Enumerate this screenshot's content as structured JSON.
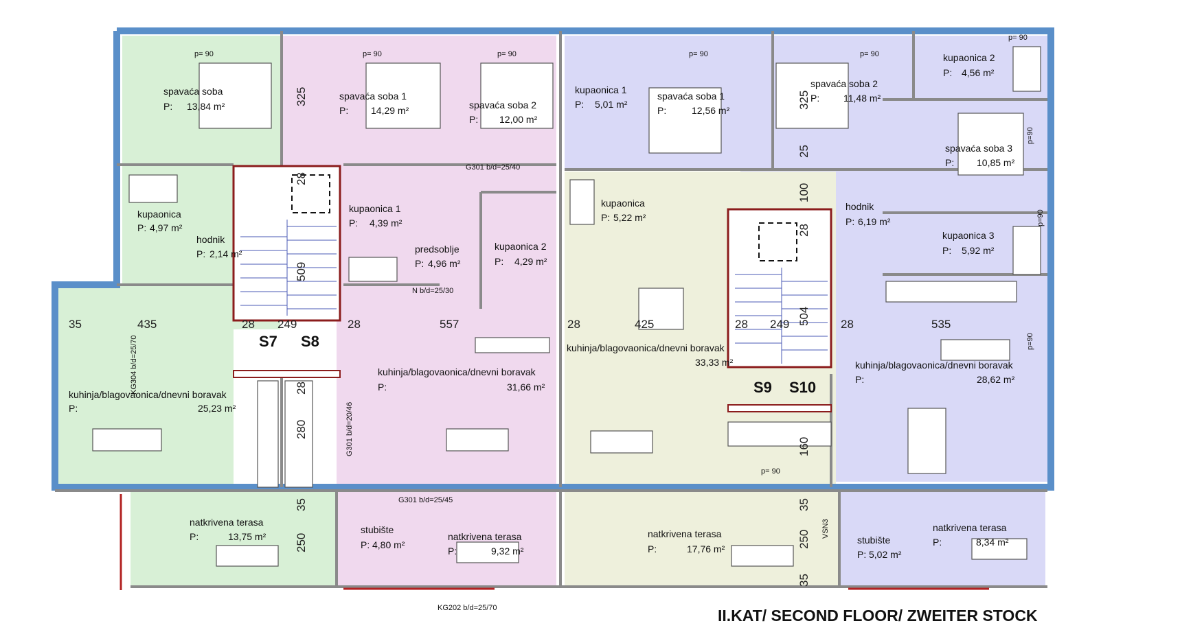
{
  "title": "II.KAT/ SECOND FLOOR/ ZWEITER STOCK",
  "colors": {
    "green": "#d8f0d6",
    "pink": "#f0d9ee",
    "lavender": "#d9d9f7",
    "yellow": "#eef0dc",
    "wall": "#5a8fc9",
    "stair_core": "#8b1c1c"
  },
  "unit_labels": [
    "S7",
    "S8",
    "S9",
    "S10"
  ],
  "rooms": [
    {
      "name": "spavaća soba",
      "area": "13,84 m²"
    },
    {
      "name": "kupaonica",
      "area": "4,97 m²"
    },
    {
      "name": "hodnik",
      "area": "2,14 m²"
    },
    {
      "name": "kuhinja/blagovaonica/dnevni boravak",
      "area": "25,23 m²"
    },
    {
      "name": "natkrivena terasa",
      "area": "13,75 m²"
    },
    {
      "name": "spavaća soba 1",
      "area": "14,29 m²"
    },
    {
      "name": "spavaća soba 2",
      "area": "12,00 m²"
    },
    {
      "name": "kupaonica 1",
      "area": "4,39 m²"
    },
    {
      "name": "predsoblje",
      "area": "4,96 m²"
    },
    {
      "name": "kupaonica 2",
      "area": "4,29 m²"
    },
    {
      "name": "kuhinja/blagovaonica/dnevni boravak",
      "area": "31,66 m²"
    },
    {
      "name": "stubište",
      "area": "4,80 m²"
    },
    {
      "name": "natkrivena terasa",
      "area": "9,32 m²"
    },
    {
      "name": "kupaonica 1",
      "area": "5,01 m²"
    },
    {
      "name": "spavaća soba 1",
      "area": "12,56 m²"
    },
    {
      "name": "kupaonica",
      "area": "5,22 m²"
    },
    {
      "name": "kuhinja/blagovaonica/dnevni boravak",
      "area": "33,33 m²"
    },
    {
      "name": "natkrivena terasa",
      "area": "17,76 m²"
    },
    {
      "name": "spavaća soba 2",
      "area": "11,48 m²"
    },
    {
      "name": "kupaonica 2",
      "area": "4,56 m²"
    },
    {
      "name": "spavaća soba 3",
      "area": "10,85 m²"
    },
    {
      "name": "hodnik",
      "area": "6,19 m²"
    },
    {
      "name": "kupaonica 3",
      "area": "5,92 m²"
    },
    {
      "name": "kuhinja/blagovaonica/dnevni boravak",
      "area": "28,62 m²"
    },
    {
      "name": "stubište",
      "area": "5,02 m²"
    },
    {
      "name": "natkrivena terasa",
      "area": "8,34 m²"
    }
  ],
  "area_prefix": "P:",
  "window_marks": [
    "p= 90",
    "p= 90",
    "p= 90",
    "p= 90",
    "p= 90",
    "p= 90",
    "p= 90",
    "p=90",
    "p=90",
    "p=90"
  ],
  "dimensions": [
    "35",
    "435",
    "28",
    "249",
    "28",
    "557",
    "28",
    "425",
    "28",
    "249",
    "28",
    "535",
    "325",
    "509",
    "28",
    "280",
    "35",
    "250",
    "25",
    "100",
    "504",
    "160",
    "325",
    "35",
    "250",
    "35",
    "28",
    "28"
  ],
  "beam_notes": [
    "G301 b/d=25/40",
    "N b/d=25/30",
    "KG304 b/d=25/70",
    "G301 b/d=20/46",
    "G301 b/d=25/45",
    "KG202 b/d=25/70",
    "VSN3"
  ]
}
